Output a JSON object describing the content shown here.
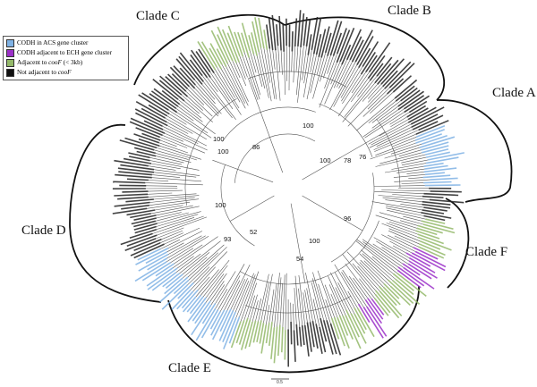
{
  "figure": {
    "type": "circular phylogenetic tree",
    "clades": [
      {
        "id": "C",
        "label": "Clade C"
      },
      {
        "id": "B",
        "label": "Clade B"
      },
      {
        "id": "A",
        "label": "Clade A"
      },
      {
        "id": "F",
        "label": "Clade F"
      },
      {
        "id": "E",
        "label": "Clade E"
      },
      {
        "id": "D",
        "label": "Clade D"
      }
    ],
    "bootstrap_values": [
      "100",
      "100",
      "86",
      "100",
      "100",
      "78",
      "76",
      "100",
      "96",
      "52",
      "93",
      "100",
      "54"
    ],
    "scale_bar_label": "0.5"
  },
  "legend": {
    "items": [
      {
        "label": "CODH in ACS gene cluster",
        "color": "#7fb2e5"
      },
      {
        "label": "CODH adjacent to ECH gene cluster",
        "color": "#9b30c8"
      },
      {
        "label_prefix": "Adjacent to ",
        "label_italic": "cooF",
        "label_suffix": " (< 3kb)",
        "color": "#94b96a"
      },
      {
        "label_prefix": "Not adjacent to ",
        "label_italic": "cooF",
        "label_suffix": "",
        "color": "#111111"
      }
    ]
  },
  "colors": {
    "acs": "#7fb2e5",
    "ech": "#9b30c8",
    "coof": "#94b96a",
    "none": "#222222",
    "outline": "#111111",
    "branch": "#555555"
  }
}
